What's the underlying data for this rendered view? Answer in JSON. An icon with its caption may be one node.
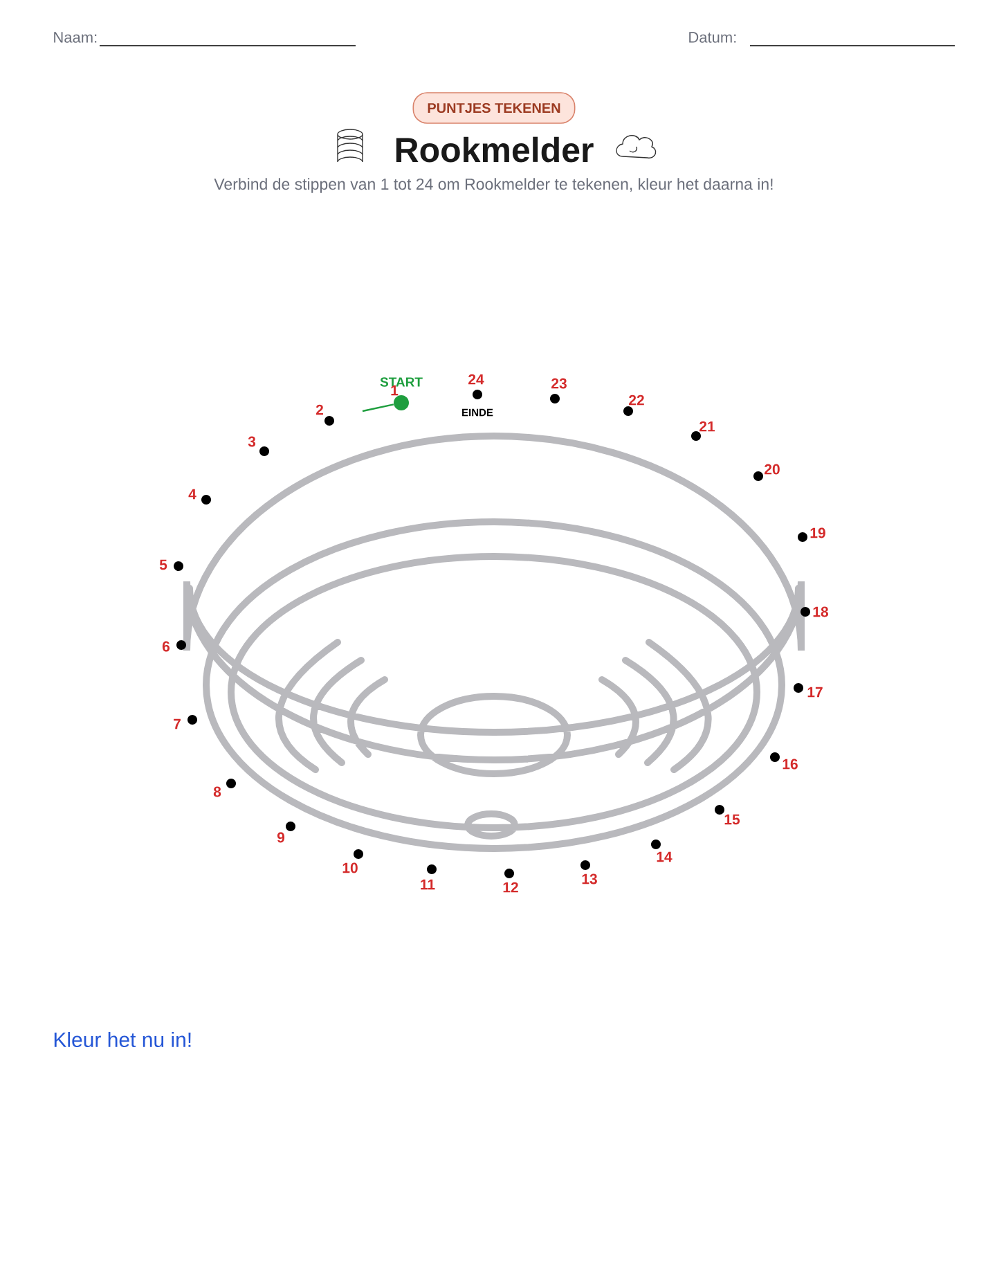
{
  "diagram": {
    "title": "Rookmelder",
    "nodes": [
      {
        "text": [
          "PUNTJES TEKENEN"
        ]
      },
      {
        "text": [],
        "shape": "circle",
        "beside": [
          "START",
          "1"
        ]
      },
      {
        "text": [],
        "shape": "circle",
        "beside": [
          "2"
        ]
      },
      {
        "text": [],
        "shape": "circle",
        "beside": [
          "3"
        ]
      },
      {
        "text": [],
        "shape": "circle",
        "beside": [
          "4"
        ]
      },
      {
        "text": [],
        "shape": "circle",
        "beside": [
          "5"
        ]
      },
      {
        "text": [],
        "shape": "circle",
        "beside": [
          "6"
        ]
      },
      {
        "text": [],
        "shape": "circle",
        "beside": [
          "7"
        ]
      },
      {
        "text": [],
        "shape": "circle",
        "beside": [
          "8"
        ]
      },
      {
        "text": [],
        "shape": "circle",
        "beside": [
          "9"
        ]
      },
      {
        "text": [],
        "shape": "circle",
        "beside": [
          "10"
        ]
      },
      {
        "text": [],
        "shape": "circle",
        "beside": [
          "11"
        ]
      },
      {
        "text": [],
        "shape": "circle",
        "beside": [
          "12"
        ]
      },
      {
        "text": [],
        "shape": "circle",
        "beside": [
          "13"
        ]
      },
      {
        "text": [],
        "shape": "circle",
        "beside": [
          "14"
        ]
      },
      {
        "text": [],
        "shape": "circle",
        "beside": [
          "15"
        ]
      },
      {
        "text": [],
        "shape": "circle",
        "beside": [
          "16"
        ]
      },
      {
        "text": [],
        "shape": "circle",
        "beside": [
          "17"
        ]
      },
      {
        "text": [],
        "shape": "circle",
        "beside": [
          "18"
        ]
      },
      {
        "text": [],
        "shape": "circle",
        "beside": [
          "19"
        ]
      },
      {
        "text": [],
        "shape": "circle",
        "beside": [
          "20"
        ]
      },
      {
        "text": [],
        "shape": "circle",
        "beside": [
          "21"
        ]
      },
      {
        "text": [],
        "shape": "circle",
        "beside": [
          "22"
        ]
      },
      {
        "text": [],
        "shape": "circle",
        "beside": [
          "23"
        ]
      },
      {
        "text": [],
        "shape": "circle",
        "beside": [
          "24",
          "EINDE"
        ]
      }
    ],
    "edges": [
      {
        "from": null,
        "to": 1,
        "arrow": "none",
        "color": "#1e9e3e"
      }
    ],
    "labels": [
      "Naam:",
      "Datum:",
      "Verbind de stippen van 1 tot 24 om Rookmelder te tekenen, kleur het daarna in!",
      "Kleur het nu in!"
    ]
  }
}
